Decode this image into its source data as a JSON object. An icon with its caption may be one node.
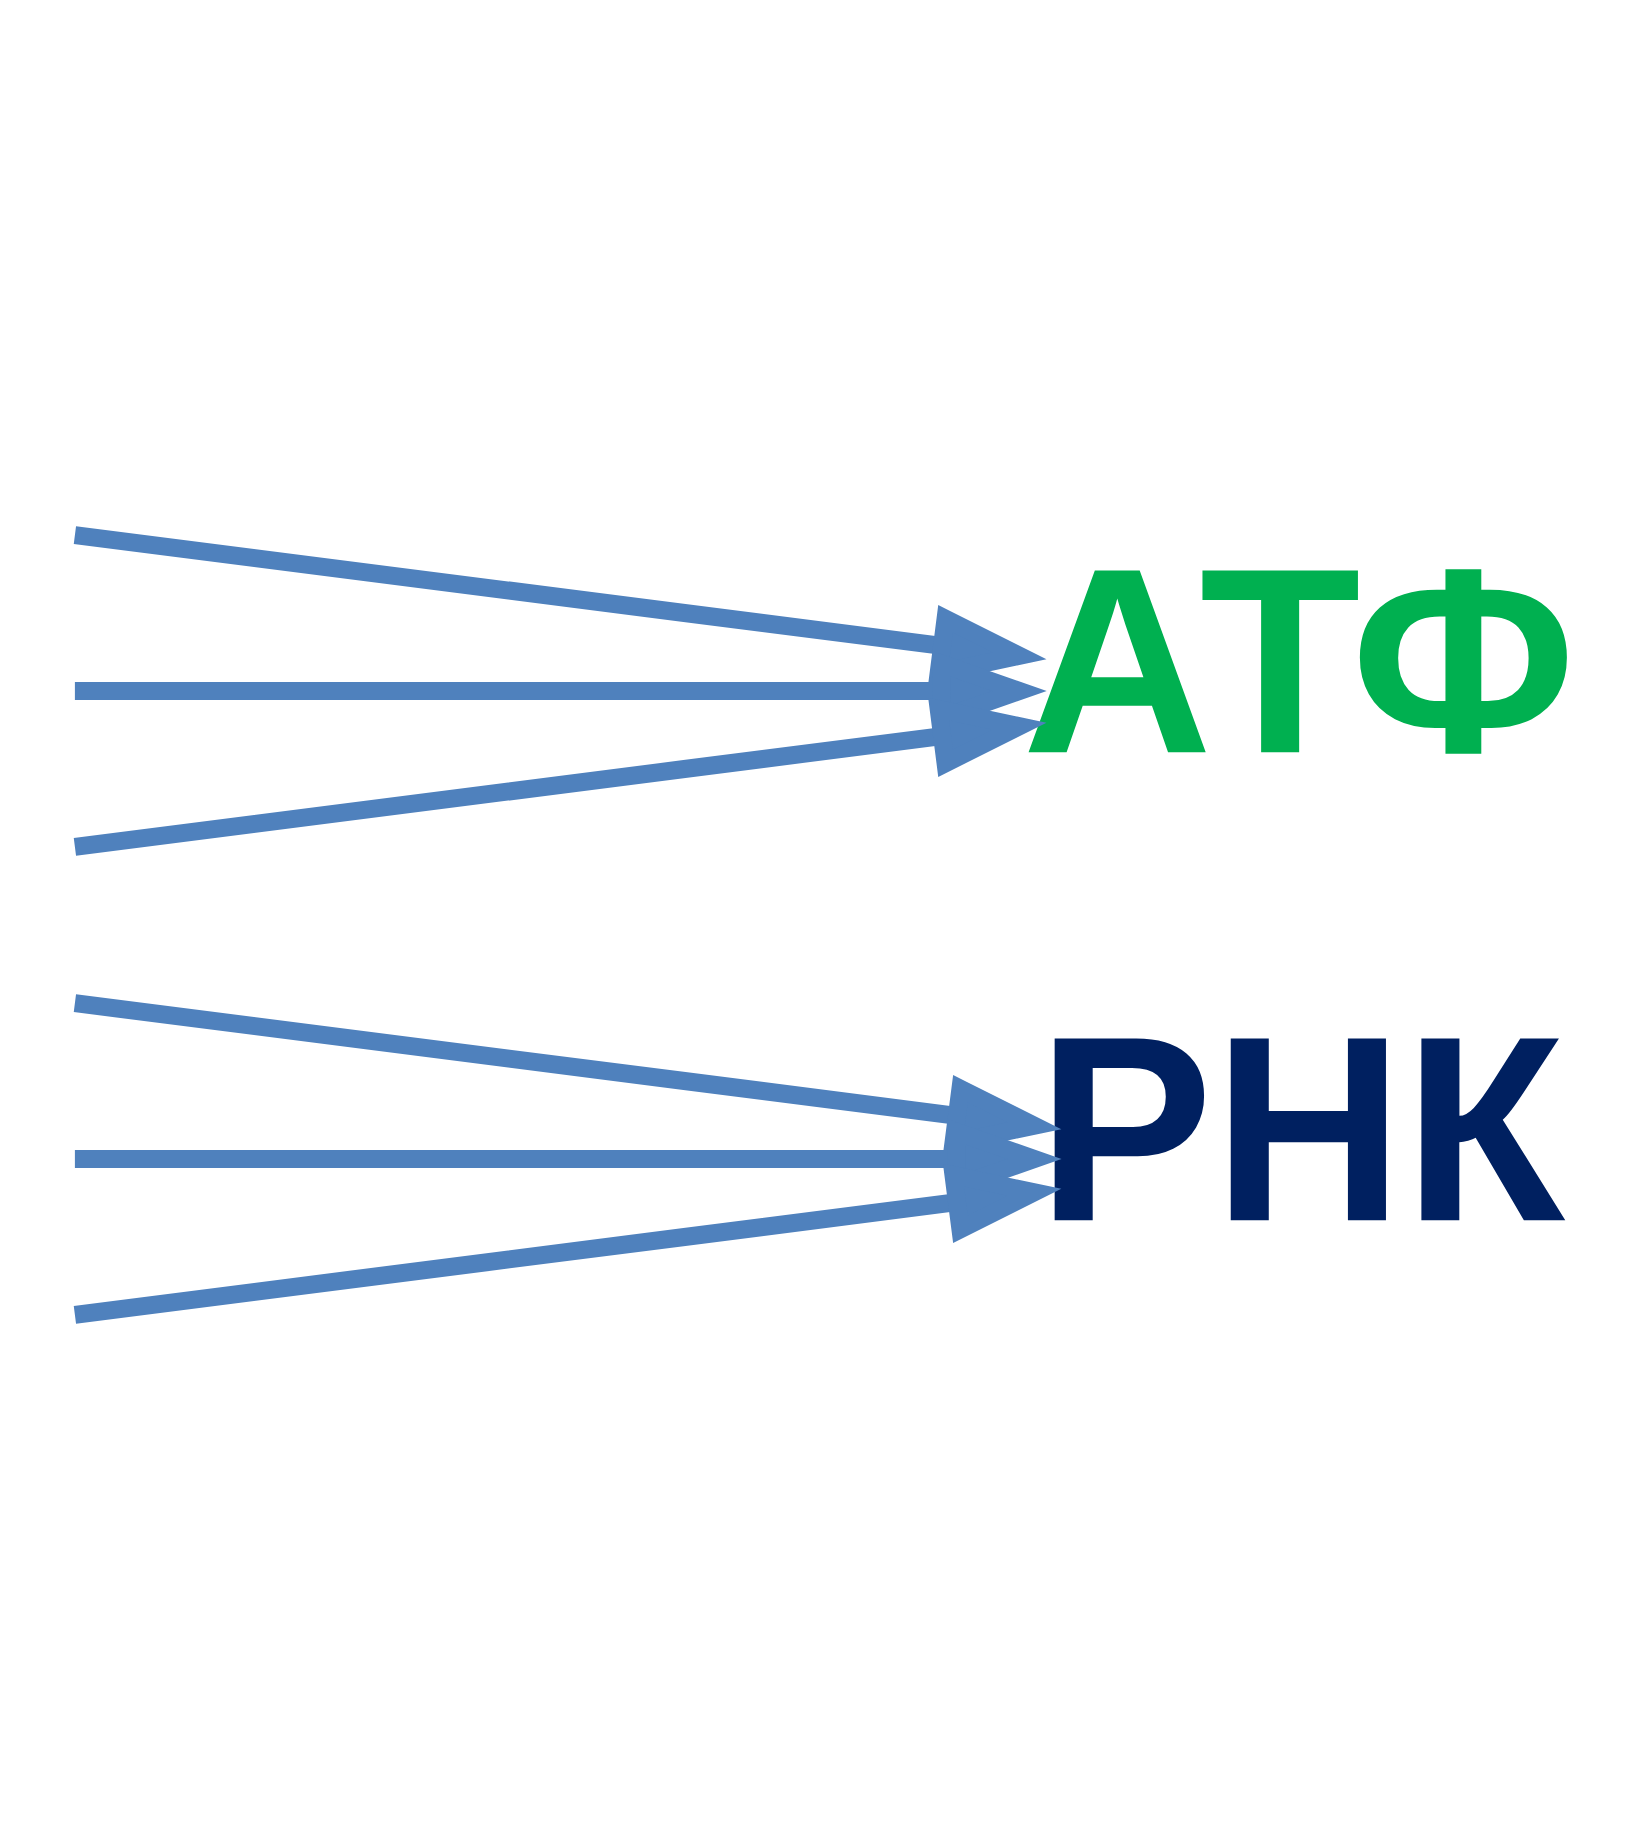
{
  "diagram": {
    "nodes": [
      {
        "text": [
          "РНК"
        ]
      },
      {
        "text": [
          "АТФ"
        ]
      }
    ],
    "edges": [
      {
        "from": null,
        "to": 1,
        "arrow": "to"
      },
      {
        "from": null,
        "to": 1,
        "arrow": "to"
      },
      {
        "from": null,
        "to": 0,
        "arrow": "to"
      },
      {
        "from": null,
        "to": 1,
        "arrow": "to"
      },
      {
        "from": null,
        "to": 0,
        "arrow": "to"
      },
      {
        "from": null,
        "to": 0,
        "arrow": "to"
      }
    ]
  }
}
